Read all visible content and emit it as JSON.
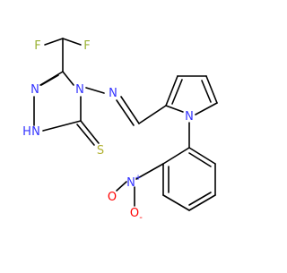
{
  "colors": {
    "carbon": "#000000",
    "nitrogen": "#3333ff",
    "oxygen": "#ff0000",
    "fluorine": "#99b233",
    "sulfur": "#b2b233",
    "background": "#ffffff"
  },
  "atoms": {
    "F1": "F",
    "F2": "F",
    "N_triazole_1": "N",
    "N_triazole_2": "N",
    "N_triazole_4": "N",
    "NH": "H",
    "NH_N": "N",
    "S": "S",
    "N_imine": "N",
    "N_pyrrole": "N",
    "N_nitro": "N",
    "O_nitro_1": "O",
    "O_nitro_2": "O",
    "charge_plus": "+",
    "charge_minus": "-"
  }
}
